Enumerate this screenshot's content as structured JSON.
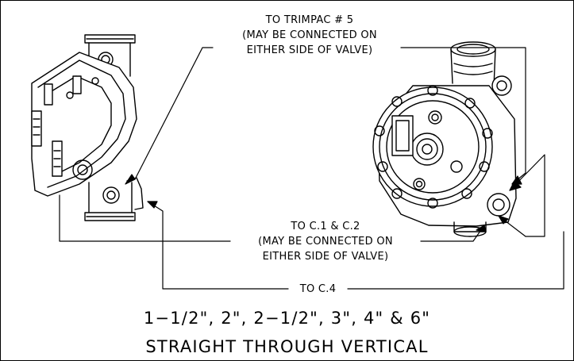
{
  "diagram": {
    "callout_trimpac": {
      "line1": "TO TRIMPAC # 5",
      "line2": "(MAY BE CONNECTED ON",
      "line3": "EITHER SIDE OF VALVE)"
    },
    "callout_c1_c2": {
      "line1": "TO C.1 & C.2",
      "line2": "(MAY BE CONNECTED ON",
      "line3": "EITHER SIDE OF VALVE)"
    },
    "callout_c4": "TO C.4",
    "sizes": "1−1/2\", 2\", 2−1/2\", 3\", 4\" & 6\"",
    "orientation": "STRAIGHT THROUGH VERTICAL"
  }
}
